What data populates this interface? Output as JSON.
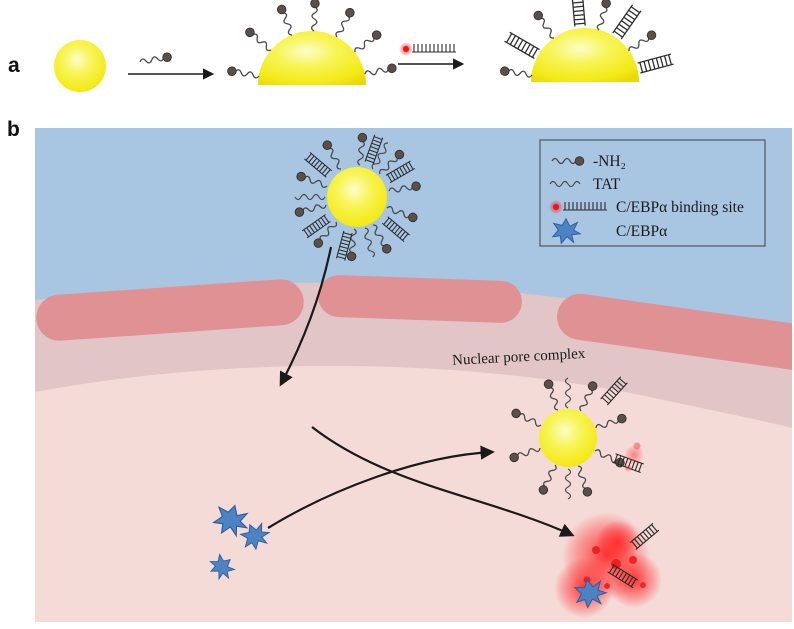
{
  "figure": {
    "panel_a_label": "a",
    "panel_b_label": "b",
    "nuclear_pore_label": "Nuclear pore complex"
  },
  "legend": {
    "items": [
      {
        "icon": "amine-ligand-icon",
        "label": "-NH₂"
      },
      {
        "icon": "tat-peptide-icon",
        "label": "TAT"
      },
      {
        "icon": "binding-site-icon",
        "label": "C/EBPα binding site"
      },
      {
        "icon": "cebpa-protein-icon",
        "label": "C/EBPα"
      }
    ]
  },
  "colors": {
    "background": "#ffffff",
    "cytoplasm_blue": "#a8c5e2",
    "membrane_band": "#e2c6c7",
    "nucleoplasm_pink": "#f5dbd8",
    "envelope_segment": "#df9193",
    "nanoparticle_yellow": "#f3ea18",
    "ligand_gray": "#4a4a4a",
    "cebpa_blue": "#4d82c3",
    "fluorescence_red": "#ff2a2a",
    "arrow_black": "#1a1a1a"
  }
}
